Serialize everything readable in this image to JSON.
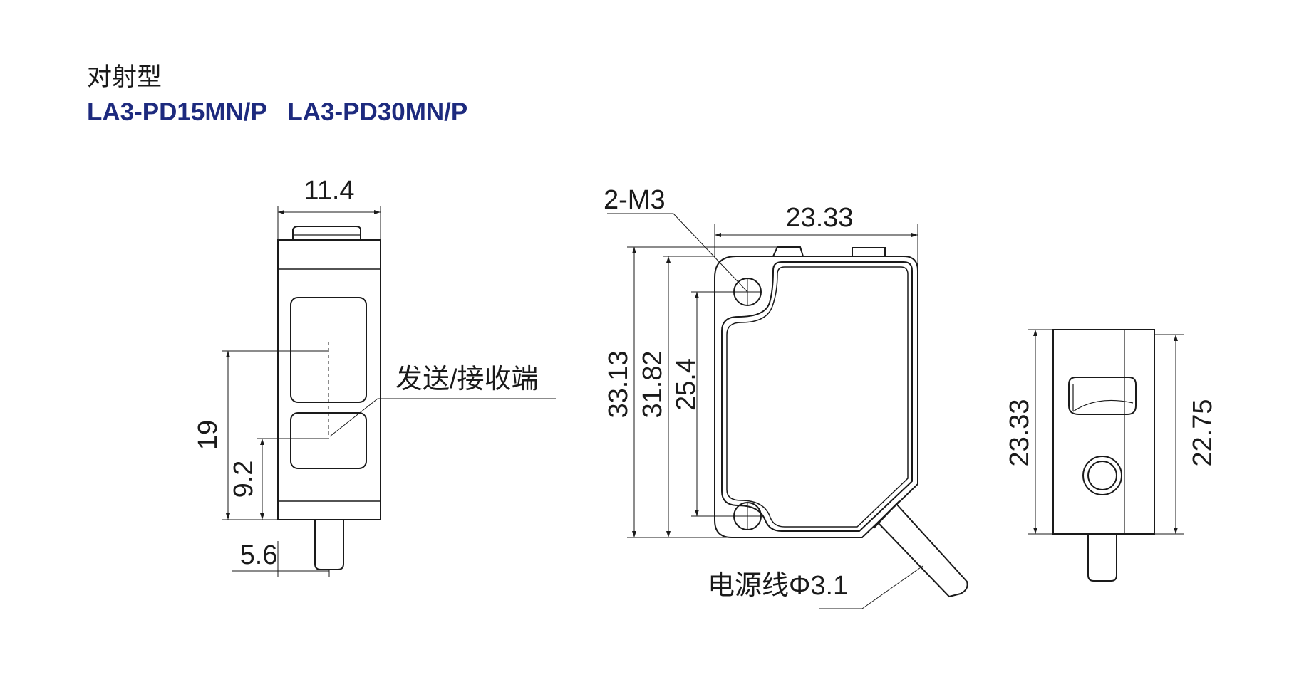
{
  "header": {
    "type_label": "对射型",
    "models": "LA3-PD15MN/P   LA3-PD30MN/P",
    "model_color": "#1d2a7e"
  },
  "front_view": {
    "width": "11.4",
    "height_19": "19",
    "height_9_2": "9.2",
    "cable_offset": "5.6",
    "callout": "发送/接收端"
  },
  "side_view": {
    "mount_holes": "2-M3",
    "width": "23.33",
    "height_33_13": "33.13",
    "height_31_82": "31.82",
    "height_25_4": "25.4",
    "cable": "电源线Φ3.1"
  },
  "end_view": {
    "height_left": "23.33",
    "height_right": "22.75"
  }
}
